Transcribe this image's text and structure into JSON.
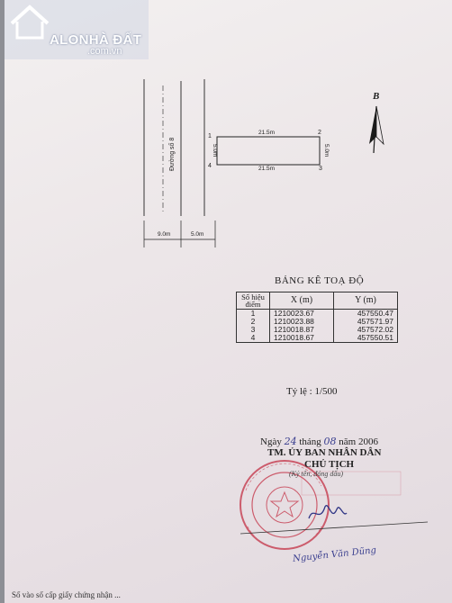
{
  "watermark": {
    "title": "ALONHÀ ĐẤT",
    "subtitle": ".com.vn"
  },
  "drawing": {
    "road_label": "Đường số 8",
    "points": [
      "1",
      "2",
      "3",
      "4"
    ],
    "top_length": "21.5m",
    "bottom_length": "21.5m",
    "left_width": "5.0m",
    "right_width": "5.0m",
    "road_width": "9.0m",
    "strip_width": "5.0m",
    "north_letter": "B"
  },
  "table": {
    "title": "BẢNG KÊ TOẠ ĐỘ",
    "headers": [
      "Số hiệu điểm",
      "X (m)",
      "Y (m)"
    ],
    "rows": [
      {
        "point": "1",
        "x": "1210023.67",
        "y": "457550.47"
      },
      {
        "point": "2",
        "x": "1210023.88",
        "y": "457571.97"
      },
      {
        "point": "3",
        "x": "1210018.87",
        "y": "457572.02"
      },
      {
        "point": "4",
        "x": "1210018.67",
        "y": "457550.51"
      }
    ]
  },
  "scale": "Tỷ lệ : 1/500",
  "date": {
    "prefix": "Ngày",
    "day": "24",
    "month_label": "tháng",
    "month": "08",
    "year_label": "năm 2006"
  },
  "authority": {
    "org": "TM. ỦY BAN NHÂN DÂN",
    "title": "CHỦ TỊCH",
    "sign_note": "(Ký tên, đóng dấu)",
    "signer": "Nguyễn Văn Dũng"
  },
  "footer": "Số vào số cấp giấy chứng nhận ..."
}
